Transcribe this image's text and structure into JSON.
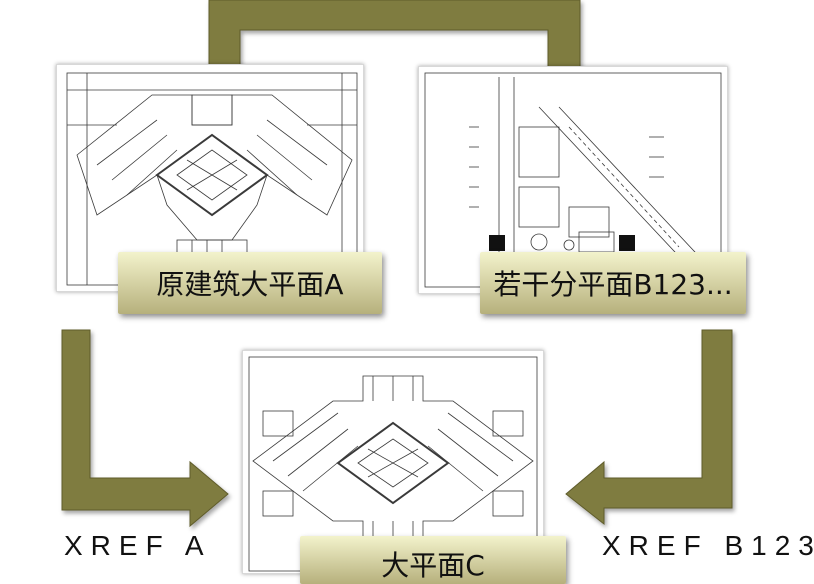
{
  "colors": {
    "arrow": "#7f7b40",
    "arrow_edge": "#5f5c2c",
    "label_top": "#f3f3cc",
    "label_bottom": "#b6b07c",
    "linework": "#3a3a3a"
  },
  "plans": {
    "plan_a": {
      "label": "原建筑大平面A",
      "icon": "floor-plan-drawing"
    },
    "plan_b": {
      "label": "若干分平面B123...",
      "icon": "partial-plan-drawing"
    },
    "plan_c": {
      "label": "大平面C",
      "icon": "combined-plan-drawing"
    }
  },
  "xrefs": {
    "left": "XREF A",
    "right": "XREF B123"
  }
}
